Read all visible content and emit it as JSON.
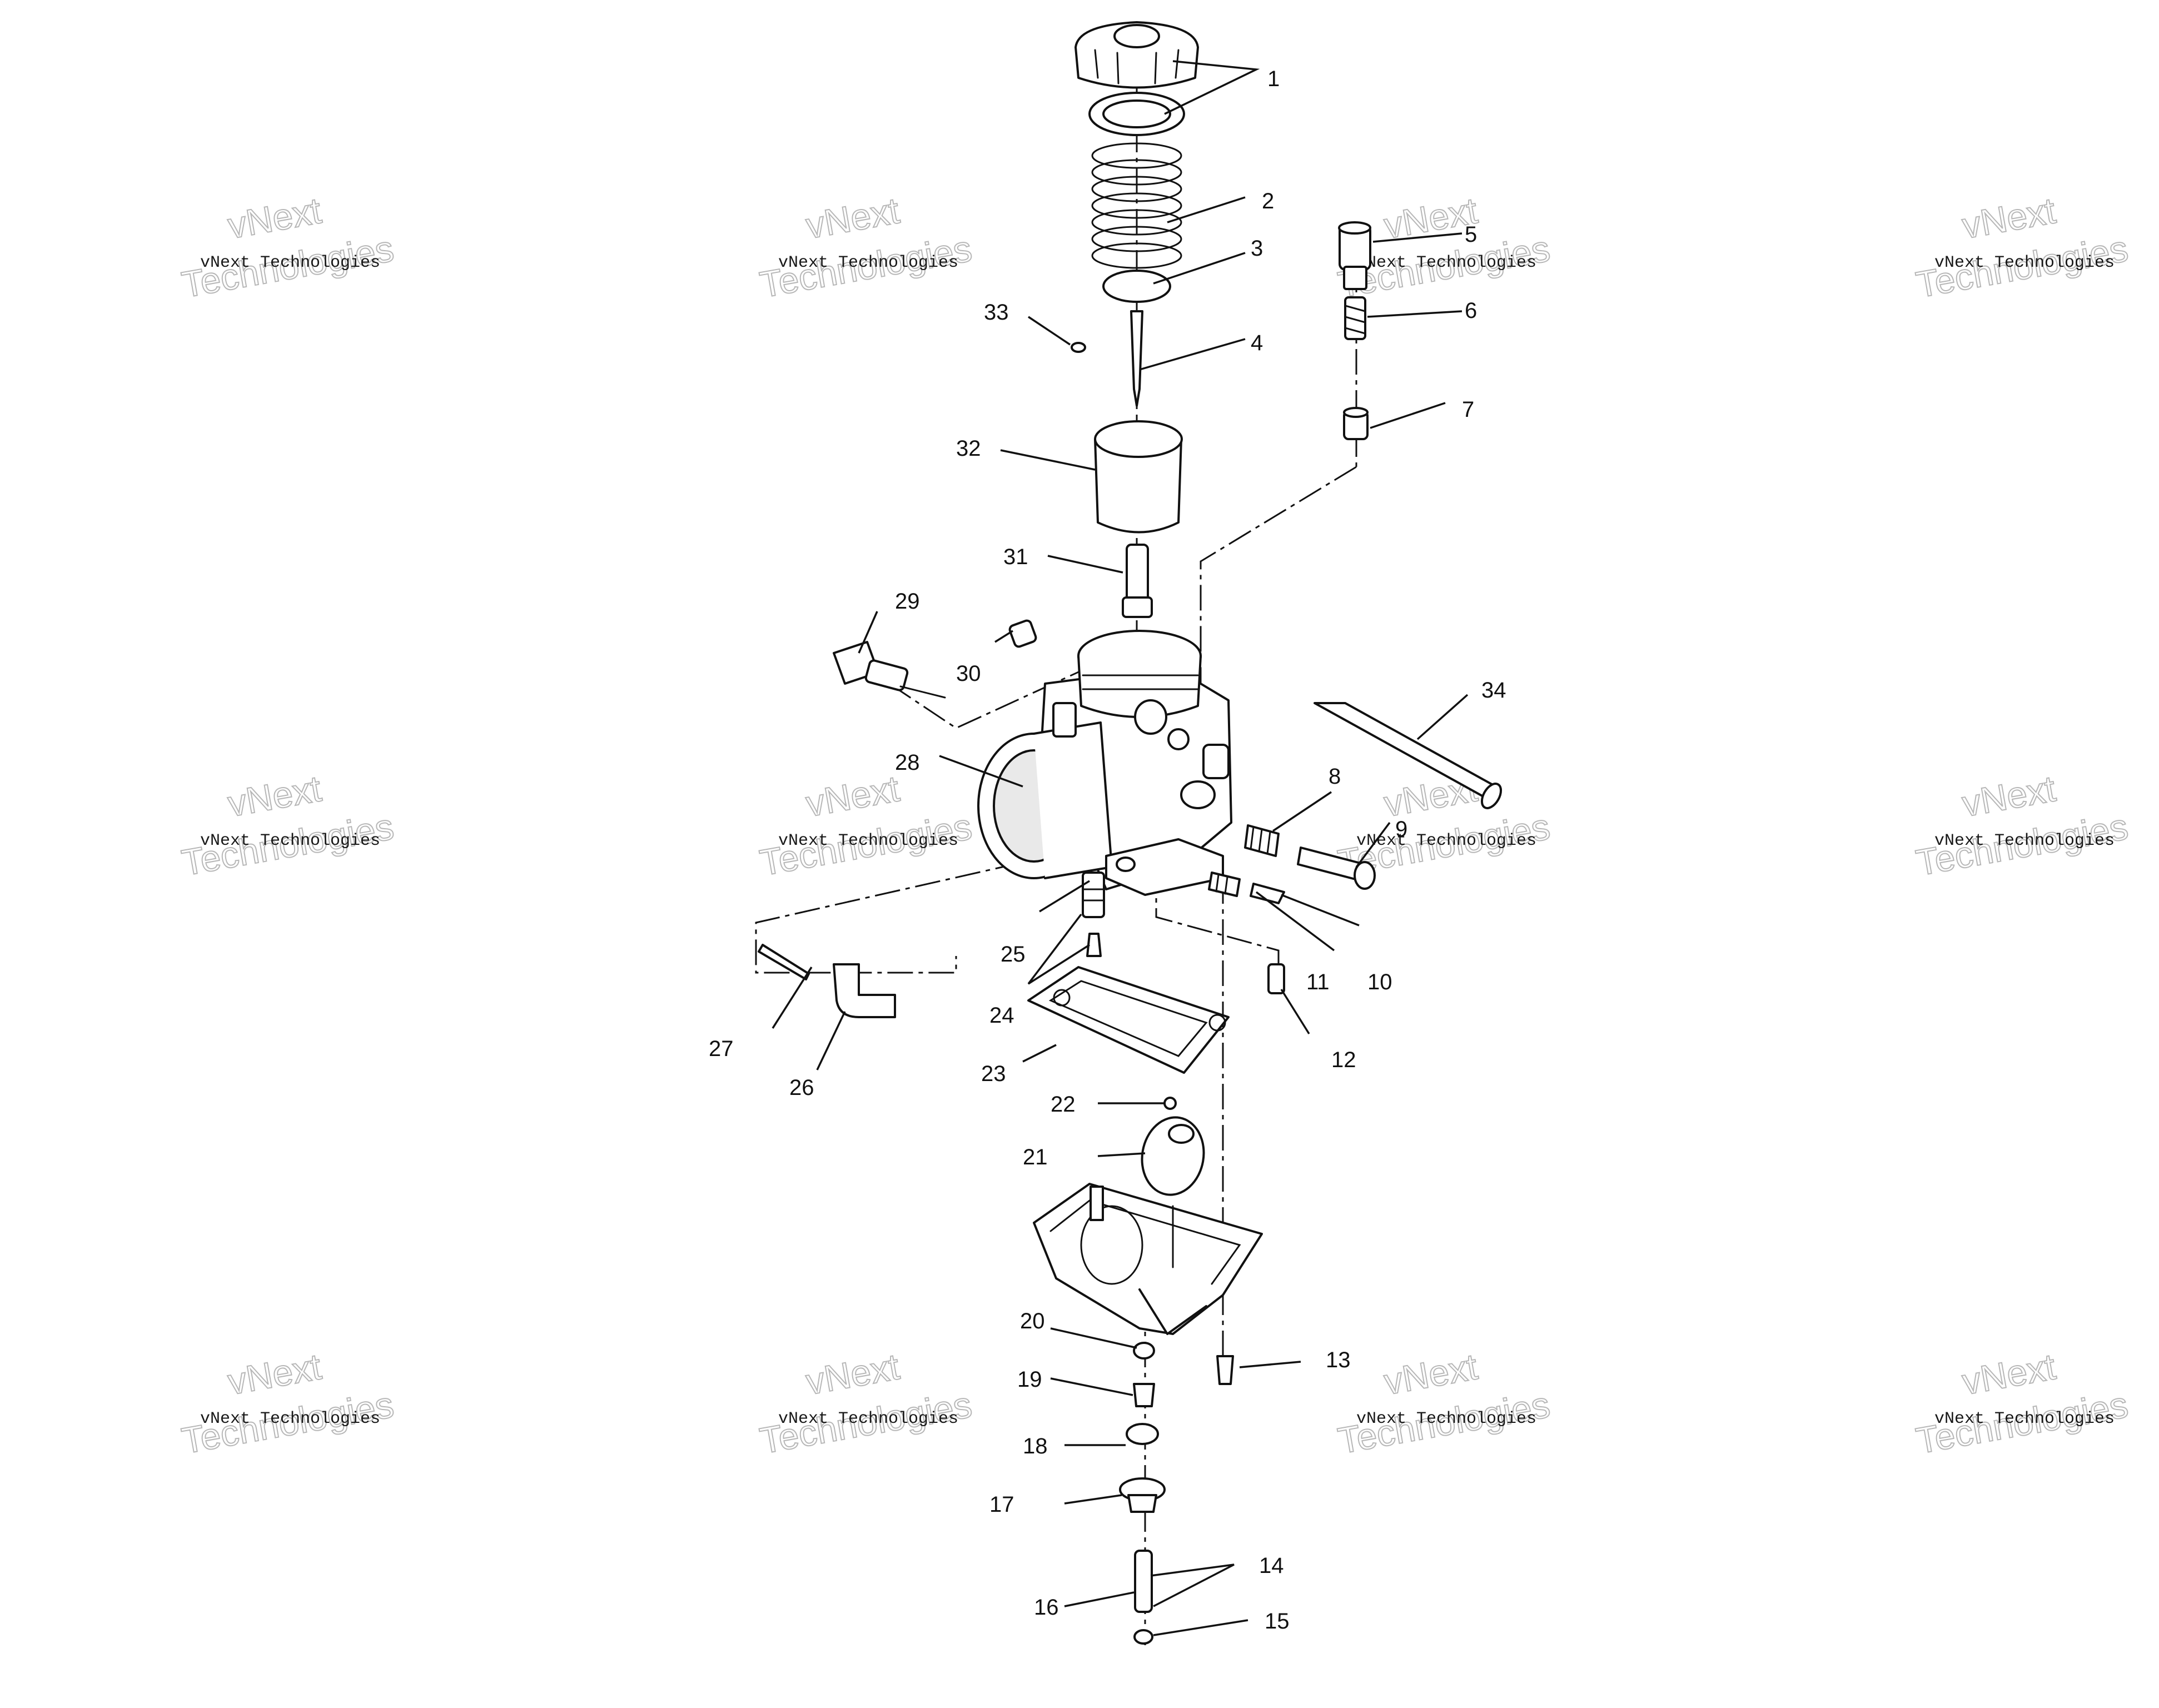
{
  "watermark": {
    "company_line": "vNext Technologies",
    "brand_top": "vNext",
    "brand_bottom": "Technologies"
  },
  "callouts": {
    "c1": "1",
    "c2": "2",
    "c3": "3",
    "c4": "4",
    "c5": "5",
    "c6": "6",
    "c7": "7",
    "c8": "8",
    "c9": "9",
    "c10": "10",
    "c11": "11",
    "c12": "12",
    "c13": "13",
    "c14": "14",
    "c15": "15",
    "c16": "16",
    "c17": "17",
    "c18": "18",
    "c19": "19",
    "c20": "20",
    "c21": "21",
    "c22": "22",
    "c23": "23",
    "c24": "24",
    "c25": "25",
    "c26": "26",
    "c27": "27",
    "c28": "28",
    "c29": "29",
    "c30": "30",
    "c31": "31",
    "c32": "32",
    "c33": "33",
    "c34": "34"
  }
}
